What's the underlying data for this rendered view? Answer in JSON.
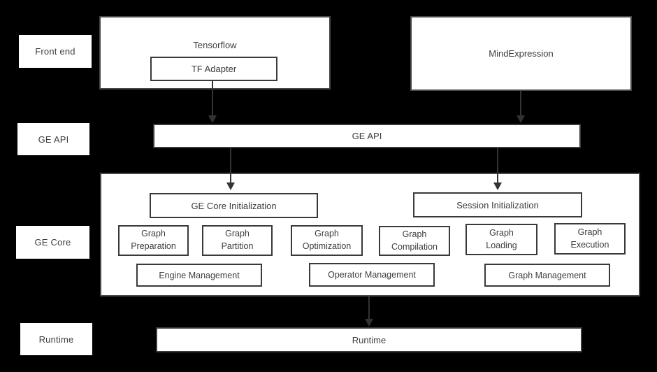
{
  "colors": {
    "background": "#000000",
    "box_fill": "#ffffff",
    "box_border": "#3a3a3a",
    "outer_border": "#474747",
    "text": "#3d3d3d",
    "arrow": "#333333"
  },
  "row_labels": [
    {
      "label": "Front end"
    },
    {
      "label": "GE API"
    },
    {
      "label": "GE Core"
    },
    {
      "label": "Runtime"
    }
  ],
  "front_end": {
    "tensorflow_title": "Tensorflow",
    "tf_adapter": "TF Adapter",
    "mind_expression": "MindExpression"
  },
  "ge_api": {
    "label": "GE API"
  },
  "ge_core": {
    "ge_core_initialization": "GE Core Initialization",
    "session_initialization": "Session Initialization",
    "pipeline": [
      {
        "line1": "Graph",
        "line2": "Preparation"
      },
      {
        "line1": "Graph",
        "line2": "Partition"
      },
      {
        "line1": "Graph",
        "line2": "Optimization"
      },
      {
        "line1": "Graph",
        "line2": "Compilation"
      },
      {
        "line1": "Graph",
        "line2": "Loading"
      },
      {
        "line1": "Graph",
        "line2": "Execution"
      }
    ],
    "management": [
      {
        "label": "Engine Management"
      },
      {
        "label": "Operator Management"
      },
      {
        "label": "Graph Management"
      }
    ]
  },
  "runtime": {
    "label": "Runtime"
  }
}
